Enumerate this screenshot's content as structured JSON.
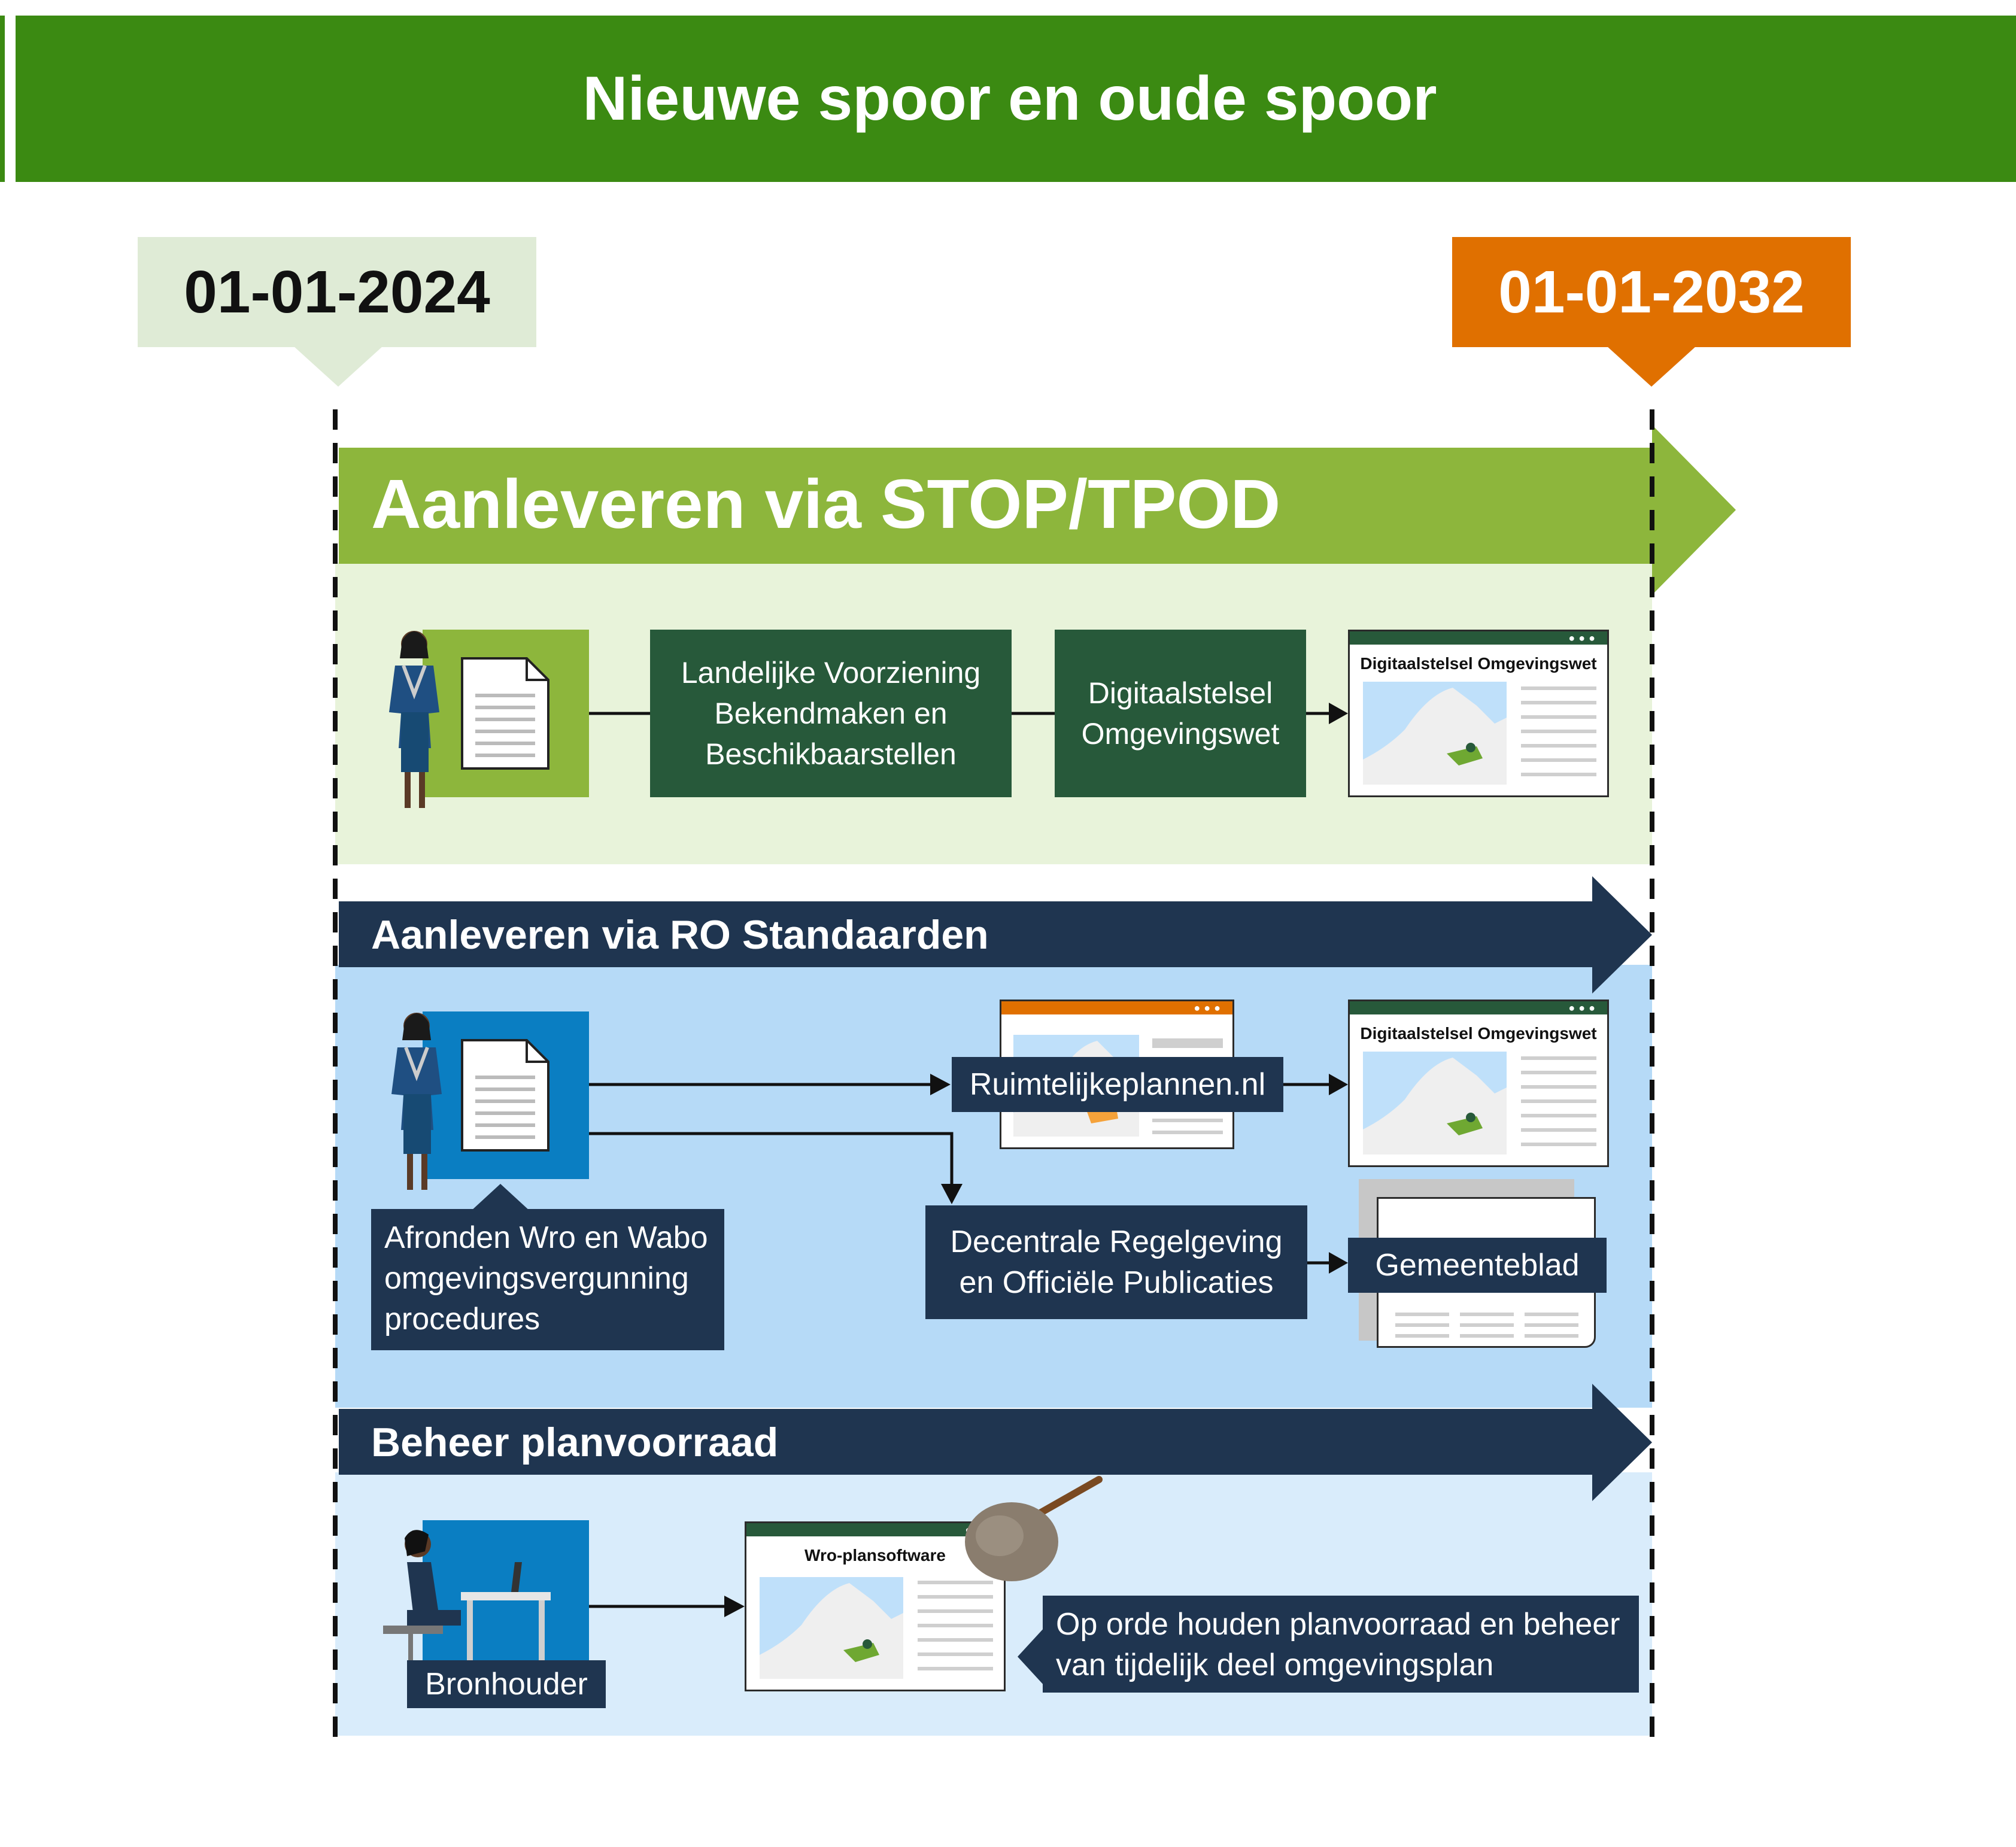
{
  "header": {
    "title": "Nieuwe spoor en oude spoor"
  },
  "dates": {
    "start": "01-01-2024",
    "end": "01-01-2032"
  },
  "tracks": {
    "stop": {
      "title": "Aanleveren via STOP/TPOD",
      "box1": "Landelijke Voorziening Bekendmaken en Beschikbaarstellen",
      "box2": "Digitaalstelsel Omgevingswet",
      "mockup_title": "Digitaalstelsel Omgevingswet"
    },
    "ro": {
      "title": "Aanleveren via RO Standaarden",
      "label_ruimtelijk": "Ruimtelijkeplannen.nl",
      "mockup_title": "Digitaalstelsel Omgevingswet",
      "afronden": "Afronden Wro en Wabo omgevingsvergunning procedures",
      "decentrale": "Decentrale Regelgeving en Officiële Publicaties",
      "gemeenteblad": "Gemeenteblad"
    },
    "beheer": {
      "title": "Beheer planvoorraad",
      "bronhouder": "Bronhouder",
      "mockup_title": "Wro-plansoftware",
      "callout": "Op orde houden planvoorraad en beheer van tijdelijk deel omgevingsplan"
    }
  },
  "colors": {
    "header_green": "#3b8a12",
    "light_green": "#8db63c",
    "pale_green": "#e8f3da",
    "dark_green": "#27593a",
    "navy": "#1f3550",
    "light_blue": "#b6daf7",
    "pale_blue": "#d9ecfb",
    "bright_blue": "#0a7ec2",
    "orange": "#e07000",
    "date_green_bg": "#dfebd6"
  }
}
